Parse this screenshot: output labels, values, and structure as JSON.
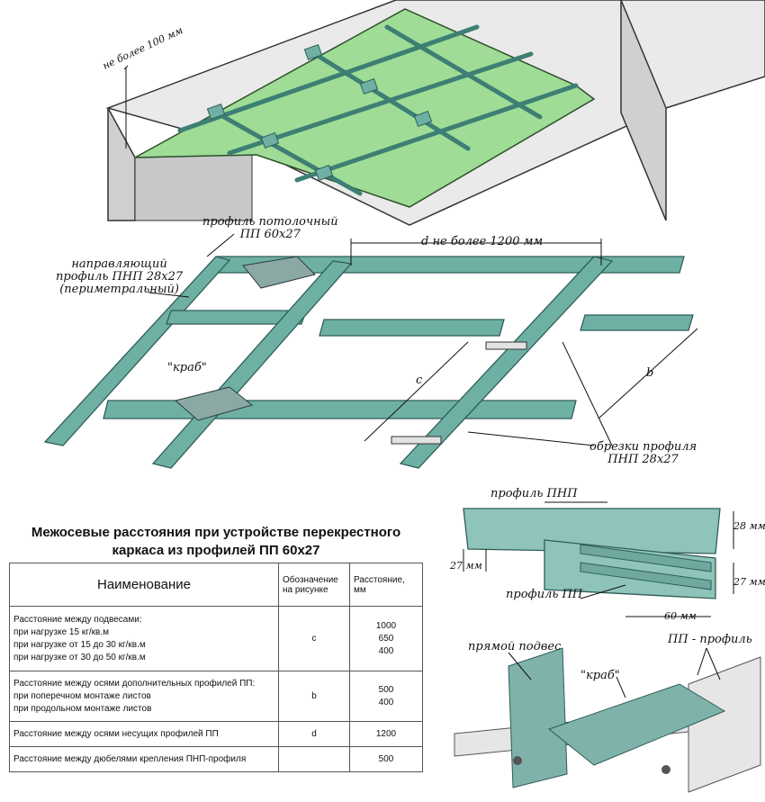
{
  "labels": {
    "max_100": "не более 100 мм",
    "ceiling_profile_line1": "профиль потолочный",
    "ceiling_profile_line2": "ПП 60x27",
    "guide_line1": "направляющий",
    "guide_line2": "профиль ПНП 28x27",
    "guide_line3": "(периметральный)",
    "d_max": "d не более 1200 мм",
    "crab": "\"краб\"",
    "c_letter": "c",
    "b_letter": "b",
    "cuts_line1": "обрезки профиля",
    "cuts_line2": "ПНП 28x27"
  },
  "section": {
    "pnp": "профиль ПНП",
    "pp": "профиль ПП",
    "dim_28": "28 мм",
    "dim_27_left": "27 мм",
    "dim_27_right": "27 мм",
    "dim_60": "60 мм"
  },
  "detail": {
    "direct_hanger": "прямой подвес",
    "crab": "\"краб\"",
    "pp_profile": "ПП - профиль"
  },
  "table": {
    "title_line1": "Межосевые расстояния при устройстве перекрестного",
    "title_line2": "каркаса из профилей ПП 60x27",
    "headers": {
      "name": "Наименование",
      "designation": "Обозначение на рисунке",
      "distance": "Расстояние, мм"
    },
    "rows": [
      {
        "name_lines": [
          "Расстояние между подвесами:",
          "при нагрузке 15 кг/кв.м",
          "при нагрузке от 15 до 30 кг/кв.м",
          "при нагрузке от 30 до 50 кг/кв.м"
        ],
        "designation": "c",
        "distances": [
          "1000",
          "650",
          "400"
        ]
      },
      {
        "name_lines": [
          "Расстояние между осями дополнительных профилей ПП:",
          "при поперечном монтаже листов",
          "при продольном монтаже листов"
        ],
        "designation": "b",
        "distances": [
          "500",
          "400"
        ]
      },
      {
        "name_lines": [
          "Расстояние между осями несущих профилей ПП"
        ],
        "designation": "d",
        "distances": [
          "1200"
        ]
      },
      {
        "name_lines": [
          "Расстояние между дюбелями крепления ПНП-профиля"
        ],
        "designation": "",
        "distances": [
          "500"
        ]
      }
    ]
  },
  "colors": {
    "board": "#9fdc96",
    "profile": "#5fa59a",
    "profile_dark": "#3d7f74",
    "wall": "#d4d4d4",
    "metal": "#8aa8a4"
  }
}
